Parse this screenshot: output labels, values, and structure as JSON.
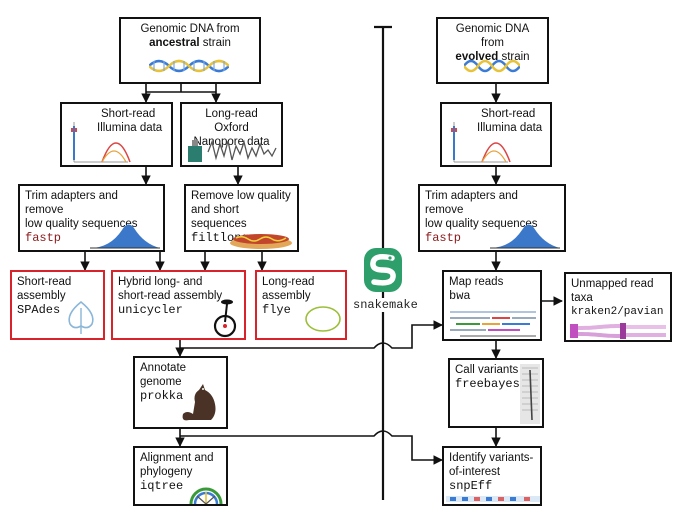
{
  "ancestral": {
    "line1": "Genomic DNA from",
    "bold": "ancestral",
    "rest": " strain"
  },
  "evolved": {
    "line1": "Genomic DNA from",
    "bold": "evolved",
    "rest": " strain"
  },
  "short_read_left": {
    "line1": "Short-read",
    "line2": "Illumina data"
  },
  "long_read": {
    "line1": "Long-read Oxford",
    "line2": "Nanopore data"
  },
  "short_read_right": {
    "line1": "Short-read",
    "line2": "Illumina data"
  },
  "trim_left": {
    "line1": "Trim adapters and remove",
    "line2": "low quality sequences",
    "tool": "fastp"
  },
  "filtlong": {
    "line1": "Remove low quality",
    "line2": "and short sequences",
    "tool": "filtlong"
  },
  "trim_right": {
    "line1": "Trim adapters and remove",
    "line2": "low quality sequences",
    "tool": "fastp"
  },
  "spades": {
    "line1": "Short-read",
    "line2": "assembly",
    "tool": "SPAdes"
  },
  "unicycler": {
    "line1": "Hybrid long- and",
    "line2": "short-read assembly",
    "tool": "unicycler"
  },
  "flye": {
    "line1": "Long-read",
    "line2": "assembly",
    "tool": "flye"
  },
  "snakemake": {
    "label": "snakemake"
  },
  "map_reads": {
    "line1": "Map reads",
    "tool": "bwa"
  },
  "unmapped": {
    "line1": "Unmapped read",
    "line2": "taxa",
    "tool": "kraken2/pavian"
  },
  "annotate": {
    "line1": "Annotate",
    "line2": "genome",
    "tool": "prokka"
  },
  "call_variants": {
    "line1": "Call variants",
    "tool": "freebayes"
  },
  "alignment": {
    "line1": "Alignment and",
    "line2": "phylogeny",
    "tool": "iqtree"
  },
  "identify": {
    "line1": "Identify variants-",
    "line2": "of-interest",
    "tool": "snpEff"
  },
  "colors": {
    "border": "#111111",
    "highlight_border": "#d8232a",
    "snakemake_green": "#2e9e6a",
    "histogram_blue": "#3b78c9",
    "dna_blue": "#3a7bd5",
    "dna_yellow": "#e8c33a"
  }
}
